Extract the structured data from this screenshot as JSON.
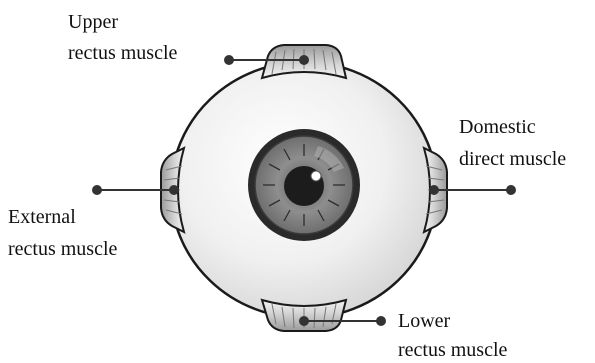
{
  "diagram": {
    "subject": "eyeball",
    "labels": {
      "upper": {
        "line1": "Upper",
        "line2": "rectus muscle"
      },
      "domestic": {
        "line1": "Domestic",
        "line2": "direct muscle"
      },
      "external": {
        "line1": "External",
        "line2": "rectus muscle"
      },
      "lower": {
        "line1": "Lower",
        "line2": "rectus muscle"
      }
    },
    "colors": {
      "outline": "#1a1a1a",
      "sclera": "#f2f2f2",
      "muscle": "#bdbdbd",
      "iris": "#8c8c8c",
      "pupil": "#1c1c1c",
      "leader": "#333333"
    }
  }
}
